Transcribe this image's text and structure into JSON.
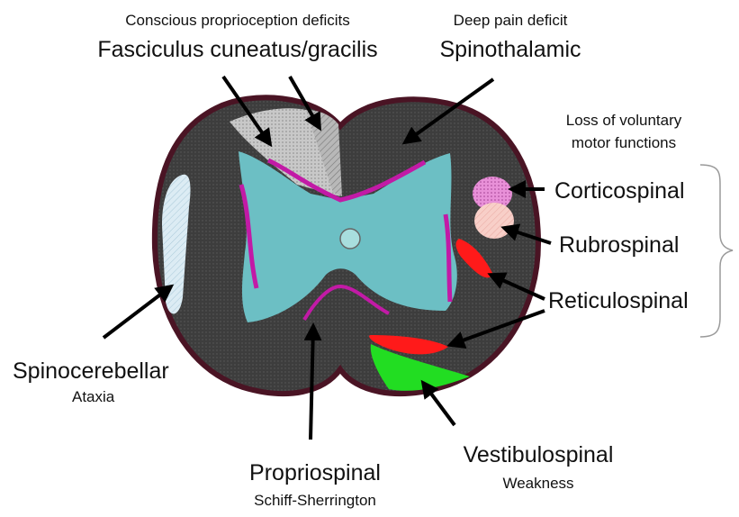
{
  "labels": {
    "fasciculus_deficit": "Conscious proprioception deficits",
    "fasciculus_name": "Fasciculus cuneatus/gracilis",
    "spinothalamic_deficit": "Deep pain deficit",
    "spinothalamic_name": "Spinothalamic",
    "voluntary_motor_line1": "Loss of voluntary",
    "voluntary_motor_line2": "motor functions",
    "corticospinal": "Corticospinal",
    "rubrospinal": "Rubrospinal",
    "reticulospinal": "Reticulospinal",
    "spinocerebellar_name": "Spinocerebellar",
    "spinocerebellar_deficit": "Ataxia",
    "propriospinal_name": "Propriospinal",
    "propriospinal_deficit": "Schiff-Sherrington",
    "vestibulospinal_name": "Vestibulospinal",
    "vestibulospinal_deficit": "Weakness"
  },
  "colors": {
    "white_matter": "#3d3d3d",
    "cord_outline": "#4a1424",
    "grey_matter": "#6cbfc4",
    "grey_matter_rim": "#c21aa6",
    "corticospinal": "#e890d8",
    "rubrospinal": "#f8cfc8",
    "reticulospinal": "#ff1a1a",
    "vestibulospinal": "#22dd22",
    "spinocerebellar": "#dcecf4",
    "fasciculus": "#b8b8b8"
  }
}
